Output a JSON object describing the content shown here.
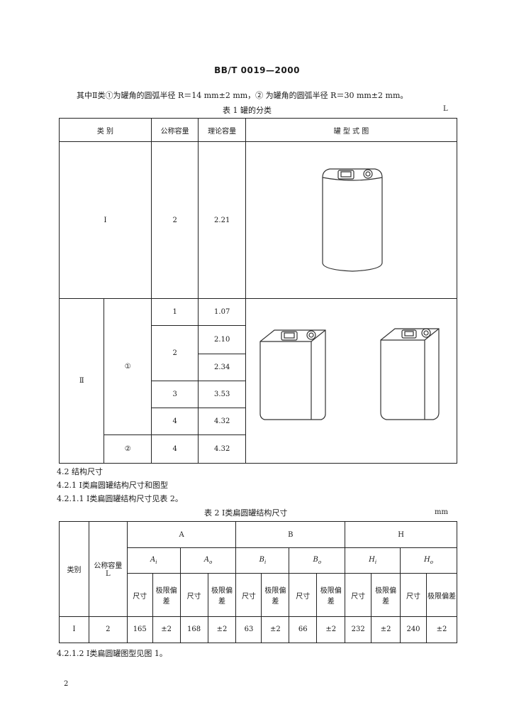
{
  "header": {
    "std_code": "BB/T 0019—2000"
  },
  "intro": {
    "text": "其中Ⅱ类①为罐角的圆弧半径 R＝14 mm±2 mm，② 为罐角的圆弧半径 R＝30 mm±2 mm。"
  },
  "table1": {
    "caption": "表 1   罐的分类",
    "unit": "L",
    "headers": {
      "category": "类    别",
      "nominal": "公称容量",
      "theoretical": "理论容量",
      "figure": "罐  型  式  图"
    },
    "row_I": {
      "category": "Ⅰ",
      "nominal": "2",
      "theoretical": "2.21"
    },
    "row_II": {
      "category": "Ⅱ",
      "sub1": "①",
      "sub2": "②",
      "rows": [
        {
          "nominal": "1",
          "theoretical": "1.07"
        },
        {
          "nominal": "2",
          "theoretical": "2.10"
        },
        {
          "theoretical": "2.34"
        },
        {
          "nominal": "3",
          "theoretical": "3.53"
        },
        {
          "nominal": "4",
          "theoretical": "4.32"
        },
        {
          "nominal": "4",
          "theoretical": "4.32"
        }
      ]
    }
  },
  "sections": {
    "s42": "4.2   结构尺寸",
    "s421": "4.2.1   Ⅰ类扁圆罐结构尺寸和图型",
    "s4211": "4.2.1.1   Ⅰ类扁圆罐结构尺寸见表 2。",
    "s4212": "4.2.1.2   Ⅰ类扁圆罐图型见图 1。"
  },
  "table2": {
    "caption": "表 2   Ⅰ类扁圆罐结构尺寸",
    "unit": "mm",
    "headers": {
      "category": "类别",
      "nominal": "公称容量",
      "nominal_unit": "L",
      "A": "A",
      "B": "B",
      "H": "H",
      "A_i": "A",
      "A_o": "A",
      "B_i": "B",
      "B_o": "B",
      "H_i": "H",
      "H_o": "H",
      "sub_i": "i",
      "sub_o": "o",
      "size": "尺寸",
      "tol": "极限偏差"
    },
    "row": {
      "category": "Ⅰ",
      "nominal": "2",
      "a_i": "165",
      "a_i_tol": "±2",
      "a_o": "168",
      "a_o_tol": "±2",
      "b_i": "63",
      "b_i_tol": "±2",
      "b_o": "66",
      "b_o_tol": "±2",
      "h_i": "232",
      "h_i_tol": "±2",
      "h_o": "240",
      "h_o_tol": "±2"
    }
  },
  "footer": {
    "page": "2"
  }
}
